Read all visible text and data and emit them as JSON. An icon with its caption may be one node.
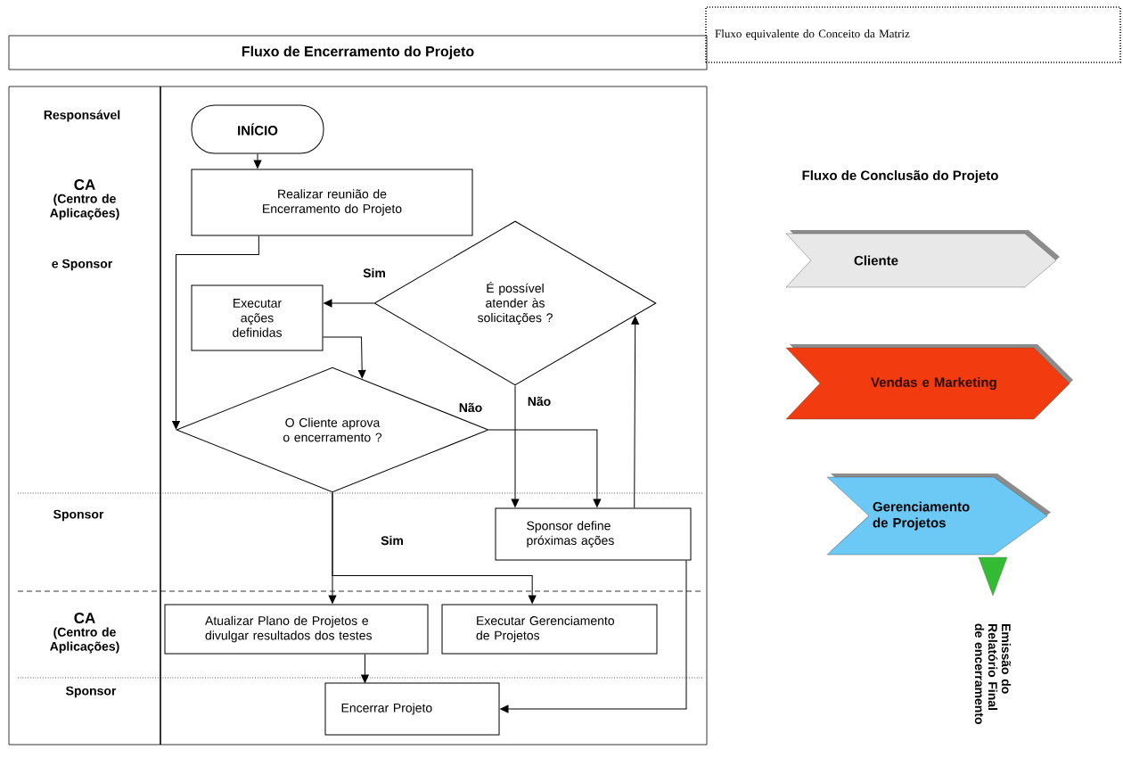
{
  "diagram": {
    "nodes": [
      {
        "text": [
          "Fluxo de Encerramento do Projeto"
        ]
      },
      {
        "text": [
          "Fluxo equivalente do Conceito da Matriz"
        ]
      },
      {
        "text": [
          "INÍCIO"
        ]
      },
      {
        "text": [
          "Realizar reunião de Encerramento do Projeto"
        ]
      },
      {
        "text": [
          "É possível atender às solicitações ?"
        ]
      },
      {
        "text": [
          "Executar ações definidas"
        ]
      },
      {
        "text": [
          "O Cliente aprova o encerramento ?"
        ]
      },
      {
        "text": [
          "Sponsor define próximas ações"
        ]
      },
      {
        "text": [
          "Atualizar Plano de Projetos e divulgar resultados dos testes"
        ]
      },
      {
        "text": [
          "Executar Gerenciamento de Projetos"
        ]
      },
      {
        "text": [
          "Encerrar Projeto"
        ]
      },
      {
        "text": [
          "Cliente"
        ]
      },
      {
        "text": [
          "Vendas e Marketing"
        ]
      },
      {
        "text": [
          "Gerenciamento de Projetos"
        ]
      },
      {
        "text": [],
        "shape": "triangle",
        "beside": [
          "Emissão do Relatório Final de encerramento"
        ]
      }
    ],
    "edges": [
      {
        "from": 2,
        "to": 3,
        "arrow": "to"
      },
      {
        "from": 3,
        "to": 6,
        "arrow": "to"
      },
      {
        "from": 4,
        "to": 5,
        "arrow": "to",
        "label": "Sim"
      },
      {
        "from": 5,
        "to": 6,
        "arrow": "to"
      },
      {
        "from": 6,
        "to": 7,
        "arrow": "to",
        "label": "Não"
      },
      {
        "from": 4,
        "to": 7,
        "arrow": "to",
        "label": "Não"
      },
      {
        "from": 7,
        "to": 4,
        "arrow": "to"
      },
      {
        "from": 6,
        "to": 8,
        "arrow": "to",
        "label": "Sim"
      },
      {
        "from": 6,
        "to": 9,
        "arrow": "to"
      },
      {
        "from": 8,
        "to": 10,
        "arrow": "to"
      },
      {
        "from": 7,
        "to": 10,
        "arrow": "to"
      }
    ],
    "labels": [
      "Responsável",
      "CA",
      "(Centro de Aplicações)",
      "e Sponsor",
      "Sponsor",
      "CA",
      "(Centro de Aplicações)",
      "Sponsor",
      "Fluxo de Conclusão do Projeto"
    ]
  }
}
